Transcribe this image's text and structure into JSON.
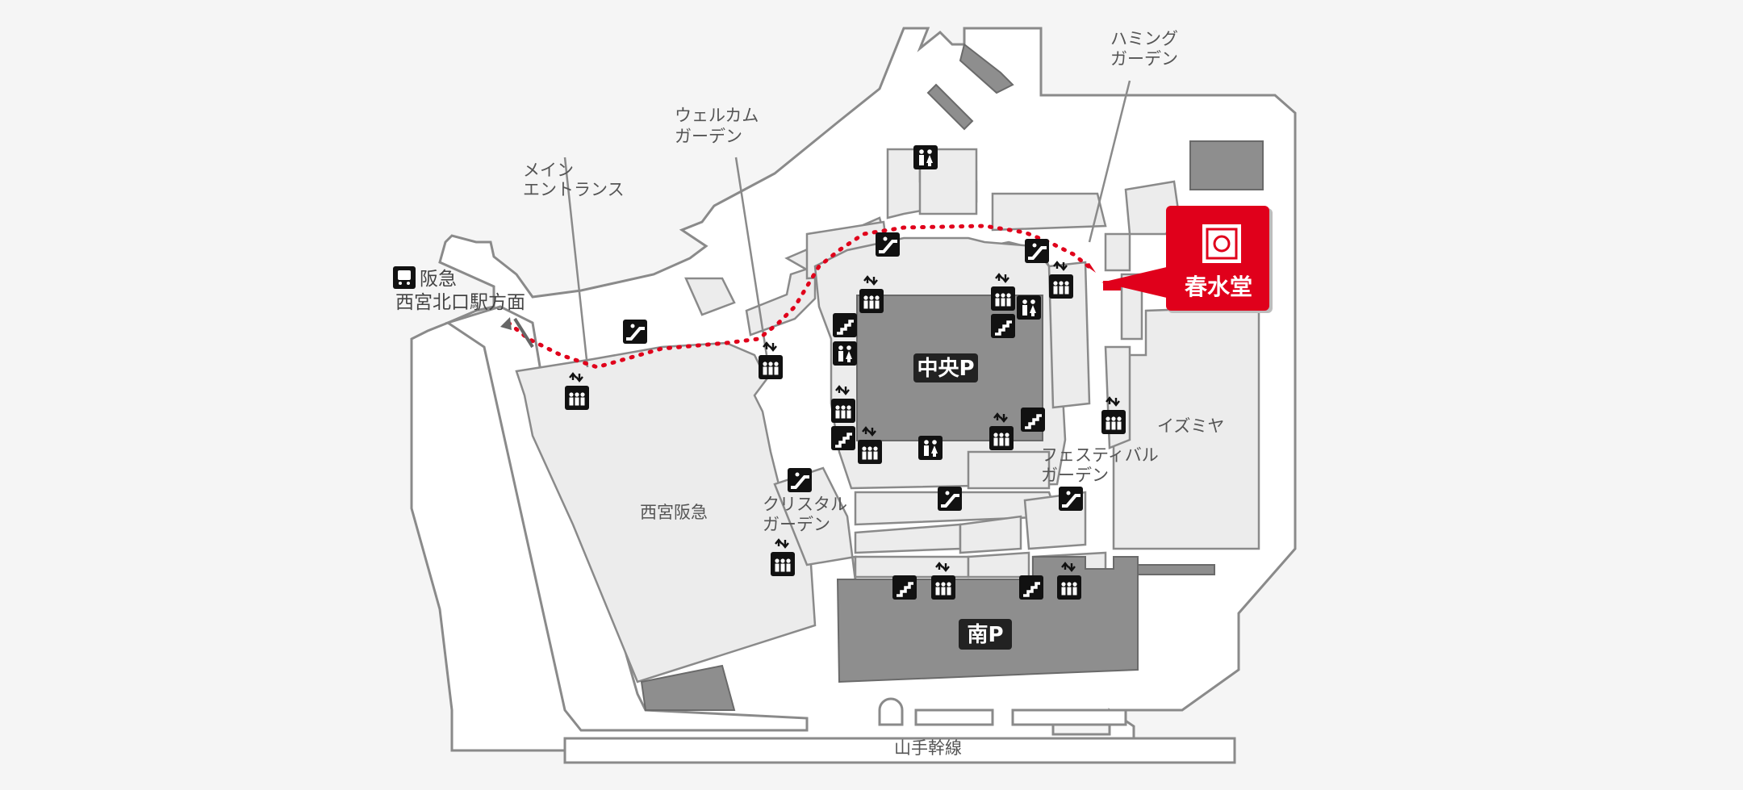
{
  "labels": {
    "station": "阪急\n西宮北口駅方面",
    "main_entrance": "メイン\nエントランス",
    "welcome_garden": "ウェルカム\nガーデン",
    "humming_garden": "ハミング\nガーデン",
    "crystal_garden": "クリスタル\nガーデン",
    "festival_garden": "フェスティバル\nガーデン",
    "nishinomiya_hankyu": "西宮阪急",
    "izumiya": "イズミヤ",
    "yamate_line": "山手幹線"
  },
  "parking": {
    "central": "中央P",
    "south": "南P"
  },
  "shop": {
    "name": "春水堂",
    "accent_color": "#e0001b"
  },
  "icons": [
    "train-icon",
    "elevator-icon",
    "escalator-icon",
    "stairs-icon",
    "restroom-icon"
  ],
  "colors": {
    "route": "#e0001b",
    "building_fill": "#ececec",
    "parking_fill": "#8e8e8e",
    "outline": "#8a8a8a"
  }
}
